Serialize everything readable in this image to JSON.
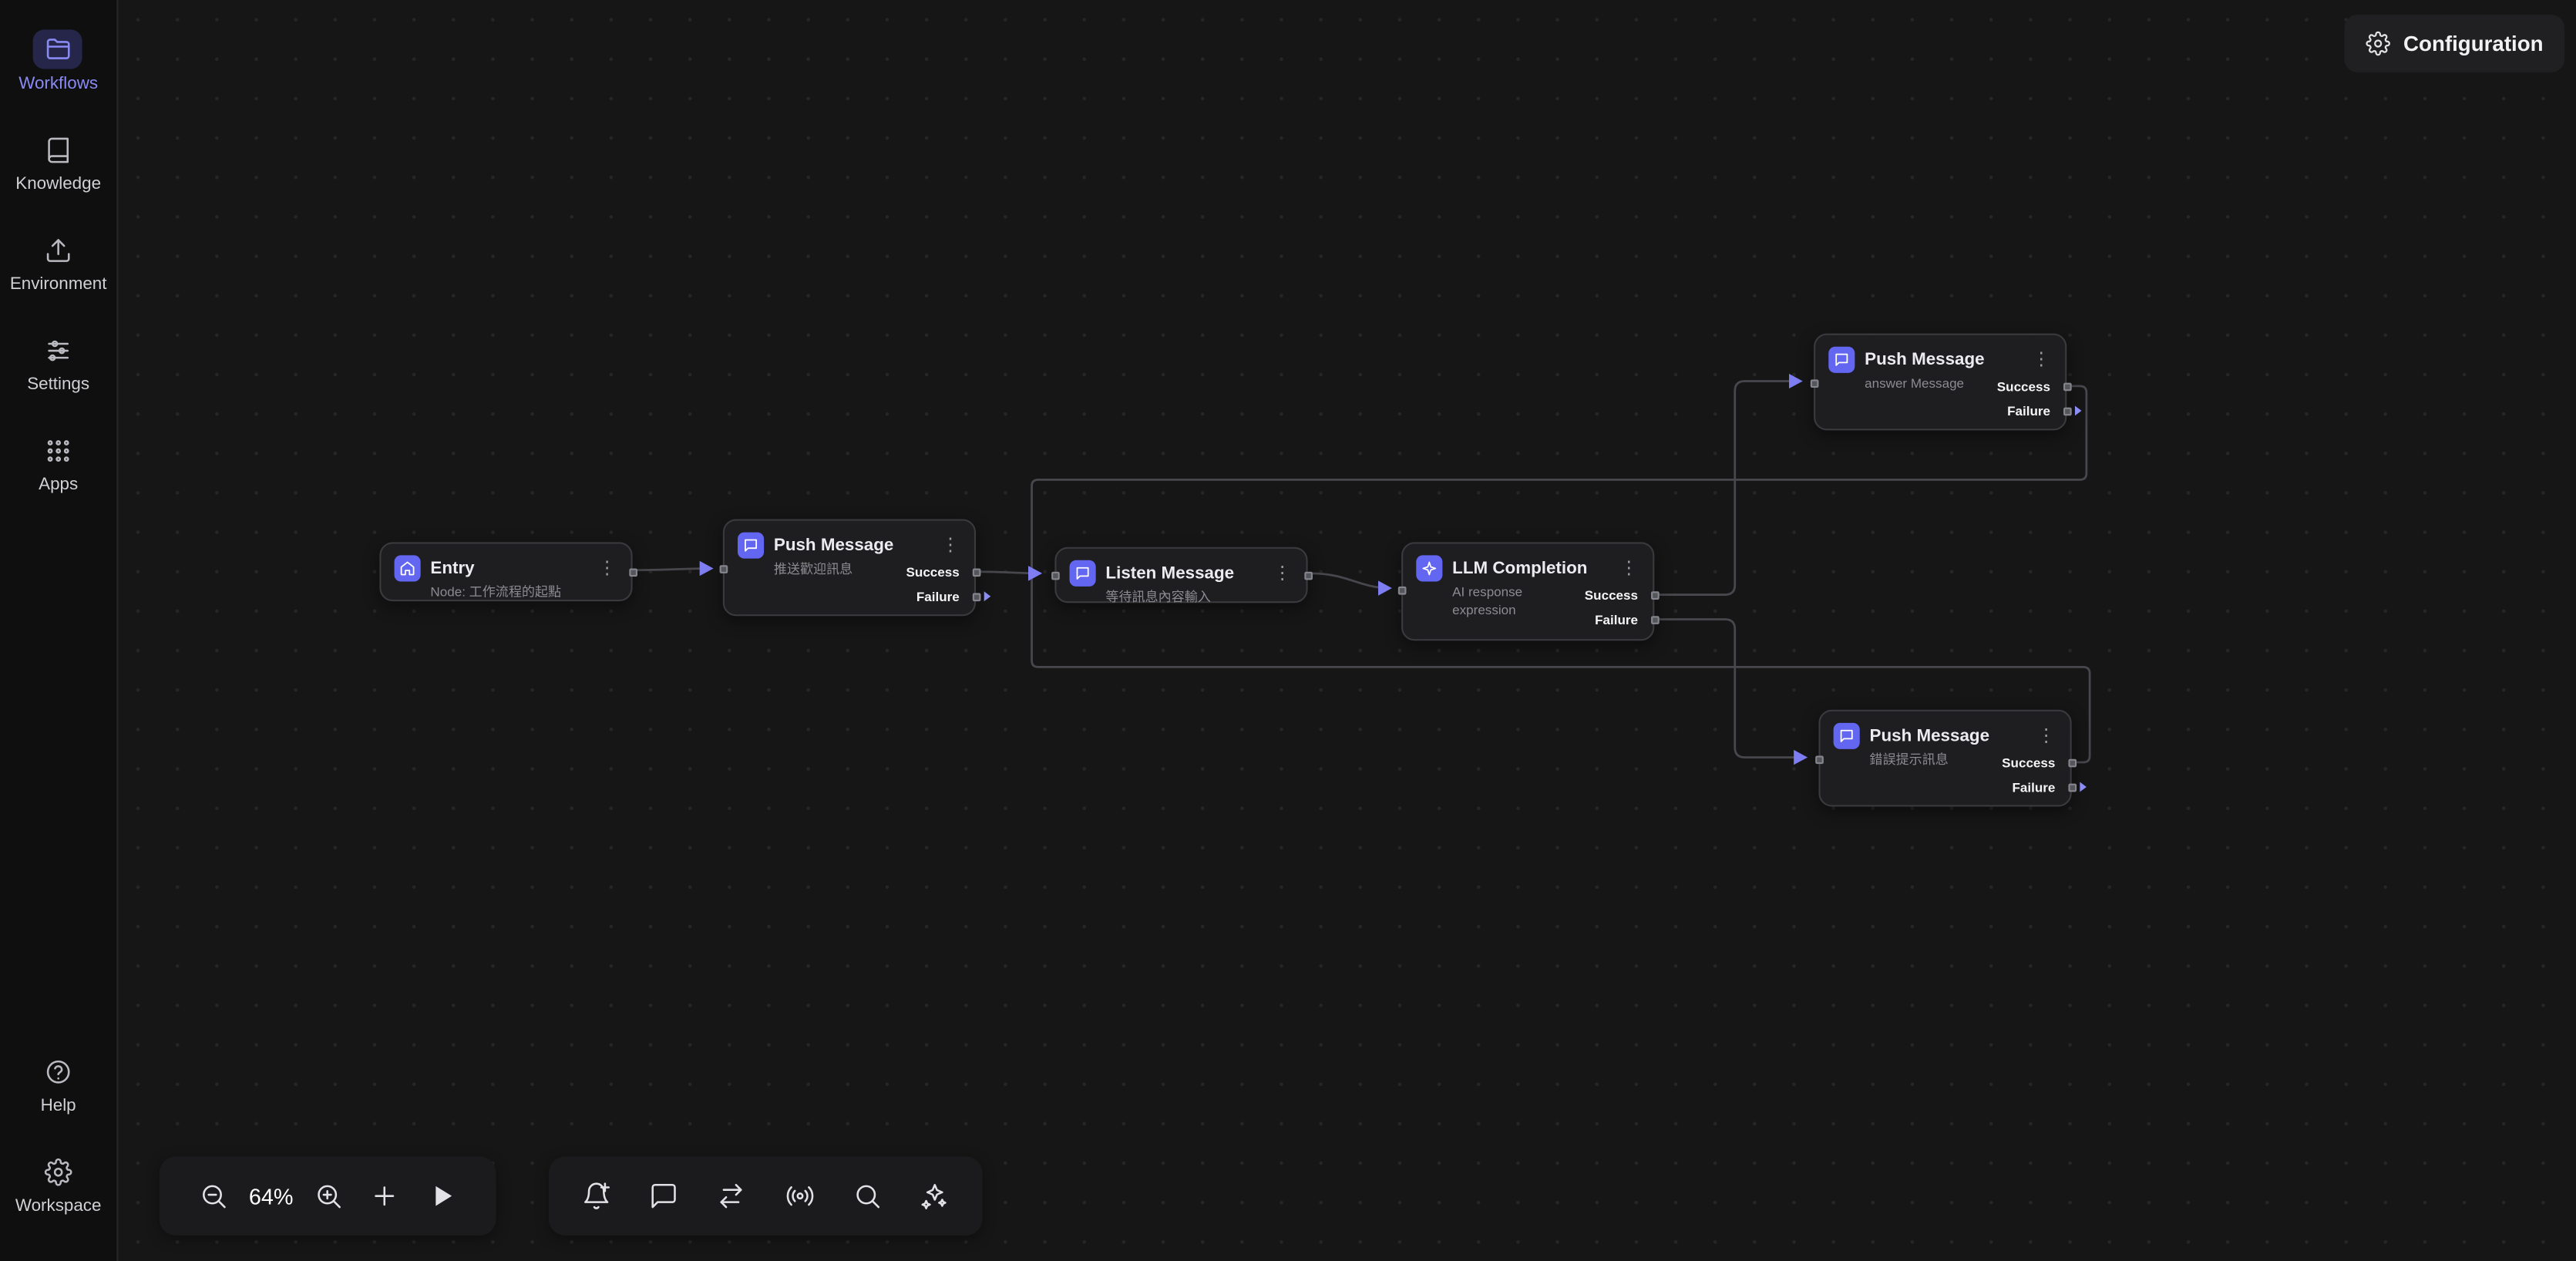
{
  "sidebar": {
    "items": [
      {
        "label": "Workflows",
        "icon": "folder-icon",
        "active": true
      },
      {
        "label": "Knowledge",
        "icon": "book-icon",
        "active": false
      },
      {
        "label": "Environment",
        "icon": "upload-icon",
        "active": false
      },
      {
        "label": "Settings",
        "icon": "sliders-icon",
        "active": false
      },
      {
        "label": "Apps",
        "icon": "grid-icon",
        "active": false
      }
    ],
    "footer_items": [
      {
        "label": "Help",
        "icon": "help-circle-icon"
      },
      {
        "label": "Workspace",
        "icon": "gear-icon"
      }
    ]
  },
  "topbar": {
    "configuration_label": "Configuration"
  },
  "toolbar": {
    "zoom_level": "64%"
  },
  "canvas": {
    "nodes": [
      {
        "title": "Entry",
        "subtitle": "Node: 工作流程的起點",
        "icon": "home-icon"
      },
      {
        "title": "Push Message",
        "subtitle": "推送歡迎訊息",
        "icon": "message-icon",
        "ports": {
          "success": "Success",
          "failure": "Failure"
        }
      },
      {
        "title": "Listen Message",
        "subtitle": "等待訊息內容輸入",
        "icon": "message-icon"
      },
      {
        "title": "LLM Completion",
        "subtitle": "AI response expression",
        "icon": "sparkle-icon",
        "ports": {
          "success": "Success",
          "failure": "Failure"
        }
      },
      {
        "title": "Push Message",
        "subtitle": "answer Message",
        "icon": "message-icon",
        "ports": {
          "success": "Success",
          "failure": "Failure"
        }
      },
      {
        "title": "Push Message",
        "subtitle": "錯誤提示訊息",
        "icon": "message-icon",
        "ports": {
          "success": "Success",
          "failure": "Failure"
        }
      }
    ]
  },
  "colors": {
    "accent": "#6366f1",
    "active_text": "#8a8af5",
    "edge": "#47474d",
    "arrow": "#7e7ef2"
  }
}
